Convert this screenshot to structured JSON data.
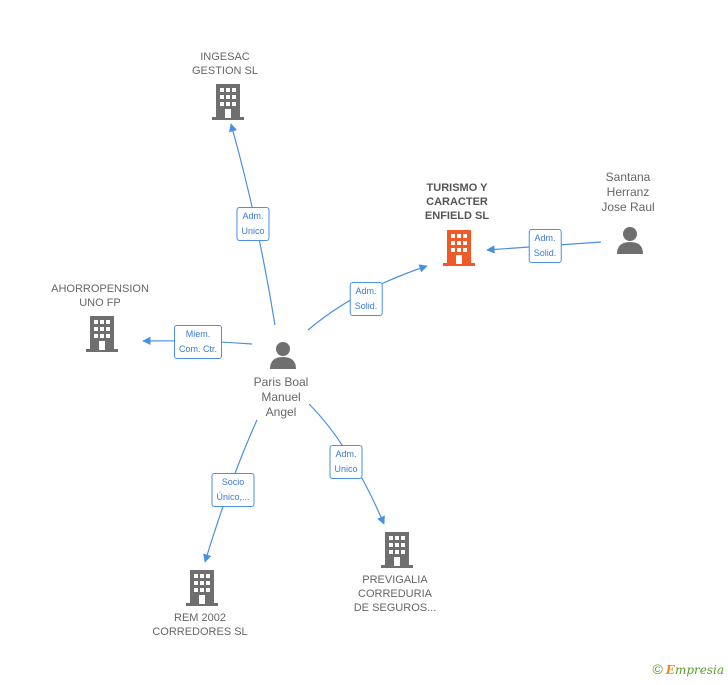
{
  "nodes": {
    "ingesac": {
      "lines": [
        "INGESAC",
        "GESTION SL"
      ],
      "kind": "company"
    },
    "turismo": {
      "lines": [
        "TURISMO Y",
        "CARACTER",
        "ENFIELD SL"
      ],
      "kind": "company-main"
    },
    "santana": {
      "lines": [
        "Santana",
        "Herranz",
        "Jose Raul"
      ],
      "kind": "person"
    },
    "ahorropension": {
      "lines": [
        "AHORROPENSION",
        "UNO FP"
      ],
      "kind": "company"
    },
    "paris": {
      "lines": [
        "Paris Boal",
        "Manuel",
        "Angel"
      ],
      "kind": "person"
    },
    "rem": {
      "lines": [
        "REM 2002",
        "CORREDORES SL"
      ],
      "kind": "company"
    },
    "previgalia": {
      "lines": [
        "PREVIGALIA",
        "CORREDURIA",
        "DE SEGUROS..."
      ],
      "kind": "company"
    }
  },
  "relations": {
    "paris_ingesac": {
      "lines": [
        "Adm.",
        "Unico"
      ]
    },
    "paris_turismo": {
      "lines": [
        "Adm.",
        "Solid."
      ]
    },
    "santana_turismo": {
      "lines": [
        "Adm.",
        "Solid."
      ]
    },
    "paris_ahorropension": {
      "lines": [
        "Miem.",
        "Com. Ctr."
      ]
    },
    "paris_rem": {
      "lines": [
        "Socio",
        "Único,..."
      ]
    },
    "paris_previgalia": {
      "lines": [
        "Adm.",
        "Unico"
      ]
    }
  },
  "colors": {
    "edge": "#4a90e2",
    "company_icon": "#6f6f6f",
    "main_company_icon": "#f05a28",
    "person_icon": "#6f6f6f"
  },
  "footer": {
    "copyright": "©",
    "brand_initial": "E",
    "brand_rest": "mpresia"
  }
}
